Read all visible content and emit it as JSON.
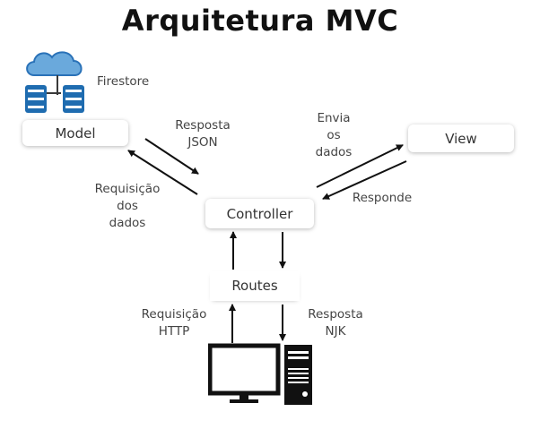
{
  "title": "Arquitetura MVC",
  "nodes": {
    "model": "Model",
    "view": "View",
    "controller": "Controller",
    "routes": "Routes",
    "firestore": "Firestore"
  },
  "edges": {
    "model_to_controller": "Resposta\nJSON",
    "controller_to_model": "Requisição\ndos\ndados",
    "controller_to_view": "Envia\nos\ndados",
    "view_to_controller": "Responde",
    "client_to_routes": "Requisição\nHTTP",
    "routes_to_client": "Resposta\nNJK"
  },
  "icons": [
    "cloud-database-icon",
    "computer-icon"
  ]
}
